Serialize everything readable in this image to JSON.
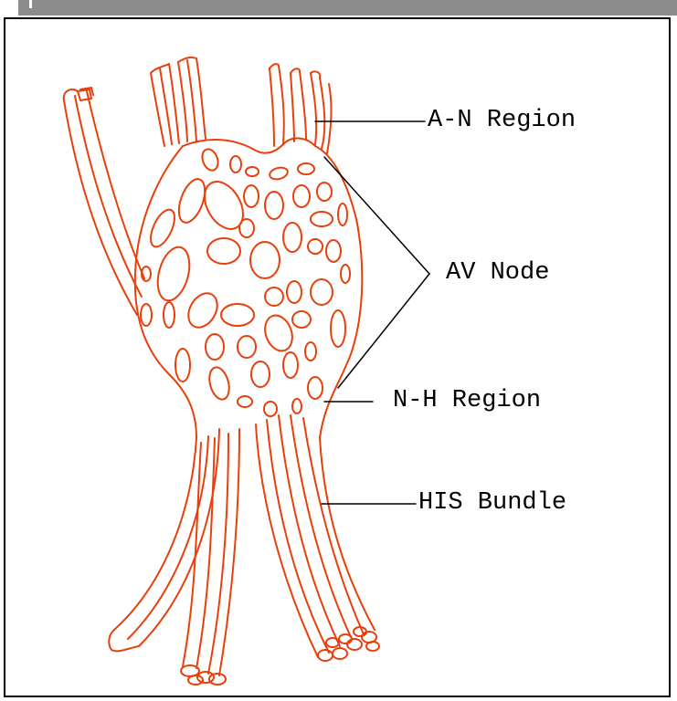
{
  "labels": {
    "an_region": "A-N Region",
    "av_node": "AV Node",
    "nh_region": "N-H Region",
    "his_bundle": "HIS Bundle"
  },
  "colors": {
    "stroke": "#e8400c",
    "leader": "#000000",
    "title_bar": "#8c8c8c"
  }
}
